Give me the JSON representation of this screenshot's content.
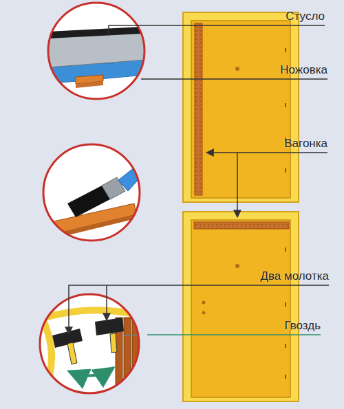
{
  "diagram": {
    "labels": [
      "Стусло",
      "Ножовка",
      "Вагонка",
      "Два молотка",
      "Гвоздь"
    ]
  }
}
